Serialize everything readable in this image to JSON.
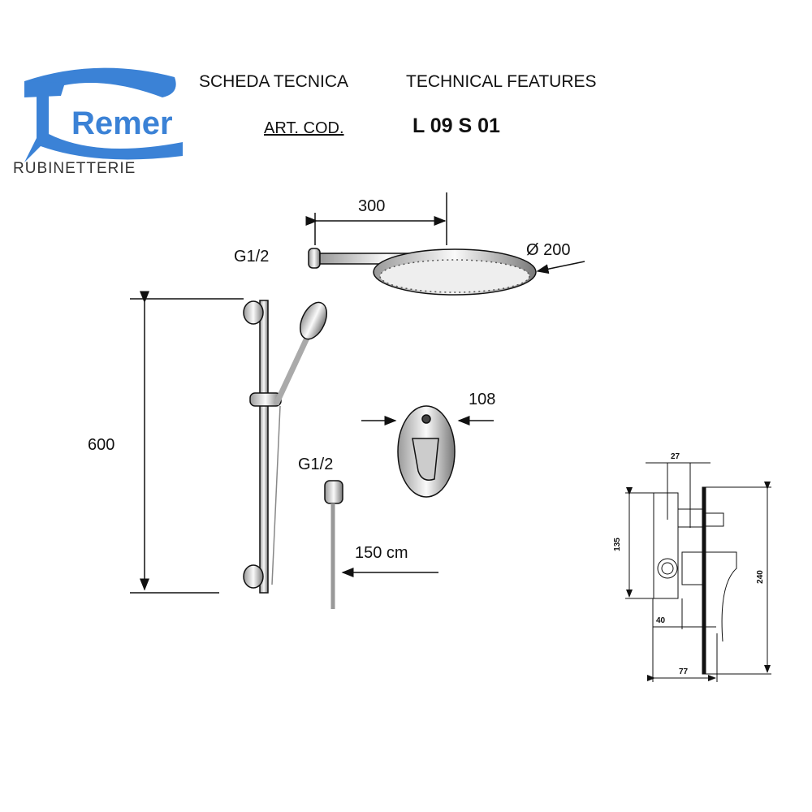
{
  "logo": {
    "brand": "Remer",
    "subtitle": "RUBINETTERIE",
    "color": "#3b82d6"
  },
  "header": {
    "title_it": "SCHEDA TECNICA",
    "title_en": "TECHNICAL FEATURES",
    "art_label": "ART. COD.",
    "art_code": "L 09 S 01"
  },
  "dimensions": {
    "arm_length": "300",
    "arm_thread": "G1/2",
    "head_diameter": "Ø 200",
    "rail_height": "600",
    "mixer_width": "108",
    "outlet_thread": "G1/2",
    "hose_length": "150 cm"
  },
  "section": {
    "d27": "27",
    "d135": "135",
    "d240": "240",
    "d40": "40",
    "d77": "77"
  }
}
